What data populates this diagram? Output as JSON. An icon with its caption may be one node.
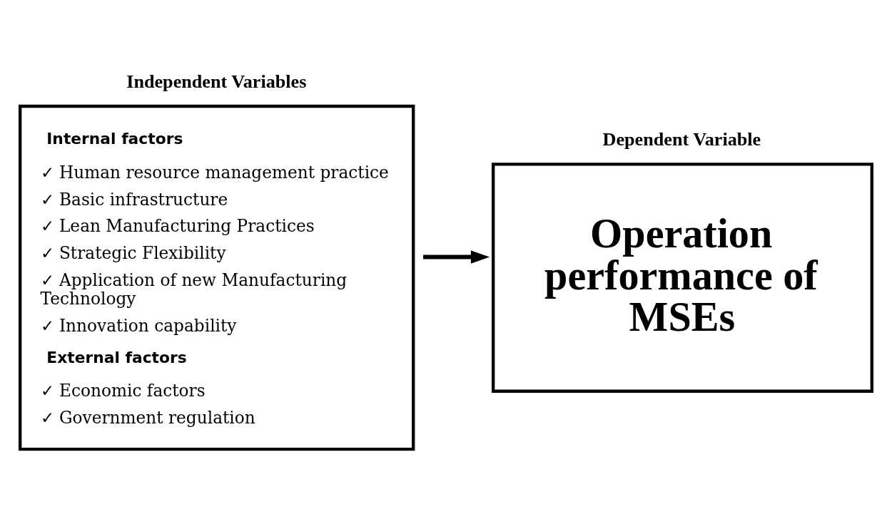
{
  "diagram": {
    "nodes": [
      {
        "text": [
          "Independent Variables",
          "Internal factors",
          "✓ Human resource management practice",
          "✓ Basic infrastructure",
          "✓ Lean Manufacturing Practices",
          "✓ Strategic Flexibility",
          "✓ Application of new Manufacturing Technology",
          "✓ Innovation capability",
          "External factors",
          "✓ Economic factors",
          "✓ Government regulation"
        ]
      },
      {
        "text": [
          "Dependent Variable",
          "Operation performance of MSEs"
        ]
      }
    ],
    "edges": [
      {
        "from": 0,
        "to": 1,
        "arrow": "to"
      }
    ]
  }
}
